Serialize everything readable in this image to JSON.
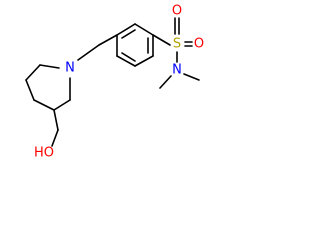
{
  "molecule": {
    "atoms": {
      "N_ring": {
        "label": "N",
        "color": "#0000ff"
      },
      "S": {
        "label": "S",
        "color": "#b5a300"
      },
      "O_top": {
        "label": "O",
        "color": "#ff0000"
      },
      "O_right": {
        "label": "O",
        "color": "#ff0000"
      },
      "N_amide": {
        "label": "N",
        "color": "#0000ff"
      },
      "OH": {
        "label": "HO",
        "color": "#ff0000"
      }
    },
    "bond_color": "#000000"
  }
}
